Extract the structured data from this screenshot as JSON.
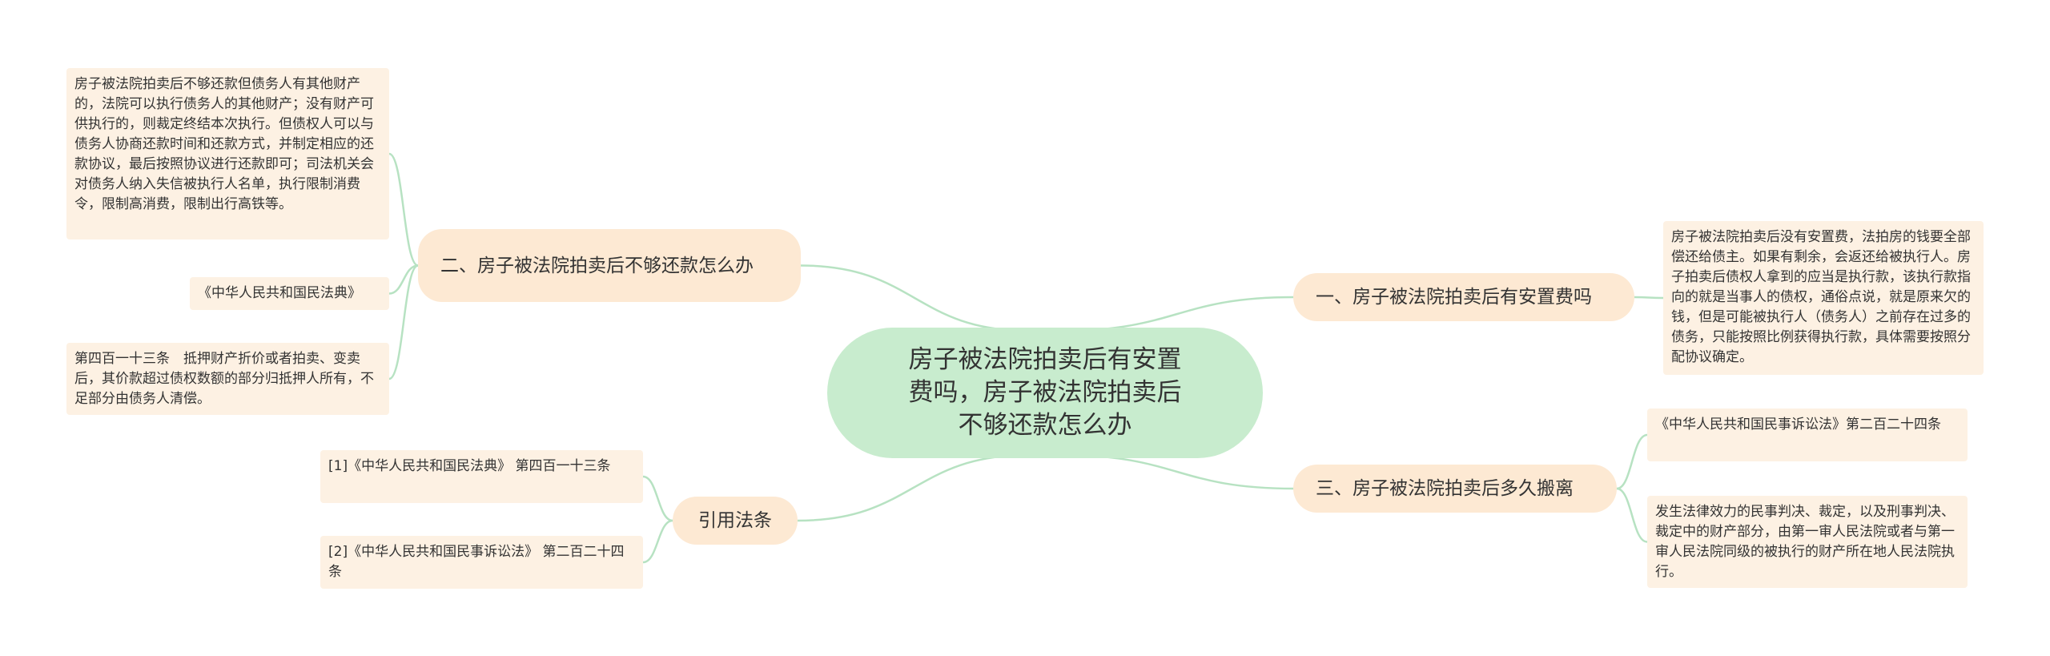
{
  "root": {
    "text": "房子被法院拍卖后有安置费吗，房子被法院拍卖后不够还款怎么办"
  },
  "branches": [
    {
      "id": "b1",
      "label": "一、房子被法院拍卖后有安置费吗",
      "leaves": [
        "房子被法院拍卖后没有安置费，法拍房的钱要全部偿还给债主。如果有剩余，会返还给被执行人。房子拍卖后债权人拿到的应当是执行款，该执行款指向的就是当事人的债权，通俗点说，就是原来欠的钱，但是可能被执行人（债务人）之前存在过多的债务，只能按照比例获得执行款，具体需要按照分配协议确定。"
      ]
    },
    {
      "id": "b2",
      "label": "二、房子被法院拍卖后不够还款怎么办",
      "leaves": [
        "房子被法院拍卖后不够还款但债务人有其他财产的，法院可以执行债务人的其他财产；没有财产可供执行的，则裁定终结本次执行。但债权人可以与债务人协商还款时间和还款方式，并制定相应的还款协议，最后按照协议进行还款即可；司法机关会对债务人纳入失信被执行人名单，执行限制消费令，限制高消费，限制出行高铁等。",
        "《中华人民共和国民法典》",
        "第四百一十三条　抵押财产折价或者拍卖、变卖后，其价款超过债权数额的部分归抵押人所有，不足部分由债务人清偿。"
      ]
    },
    {
      "id": "b3",
      "label": "三、房子被法院拍卖后多久搬离",
      "leaves": [
        "《中华人民共和国民事诉讼法》第二百二十四条",
        "发生法律效力的民事判决、裁定，以及刑事判决、裁定中的财产部分，由第一审人民法院或者与第一审人民法院同级的被执行的财产所在地人民法院执行。"
      ]
    },
    {
      "id": "b4",
      "label": "引用法条",
      "leaves": [
        "[1]《中华人民共和国民法典》 第四百一十三条",
        "[2]《中华人民共和国民事诉讼法》 第二百二十四条"
      ]
    }
  ],
  "colors": {
    "root_fill": "#c8ecce",
    "branch_fill": "#fde9d3",
    "leaf_fill": "#fdf1e3",
    "connector": "#b7e2c2"
  }
}
